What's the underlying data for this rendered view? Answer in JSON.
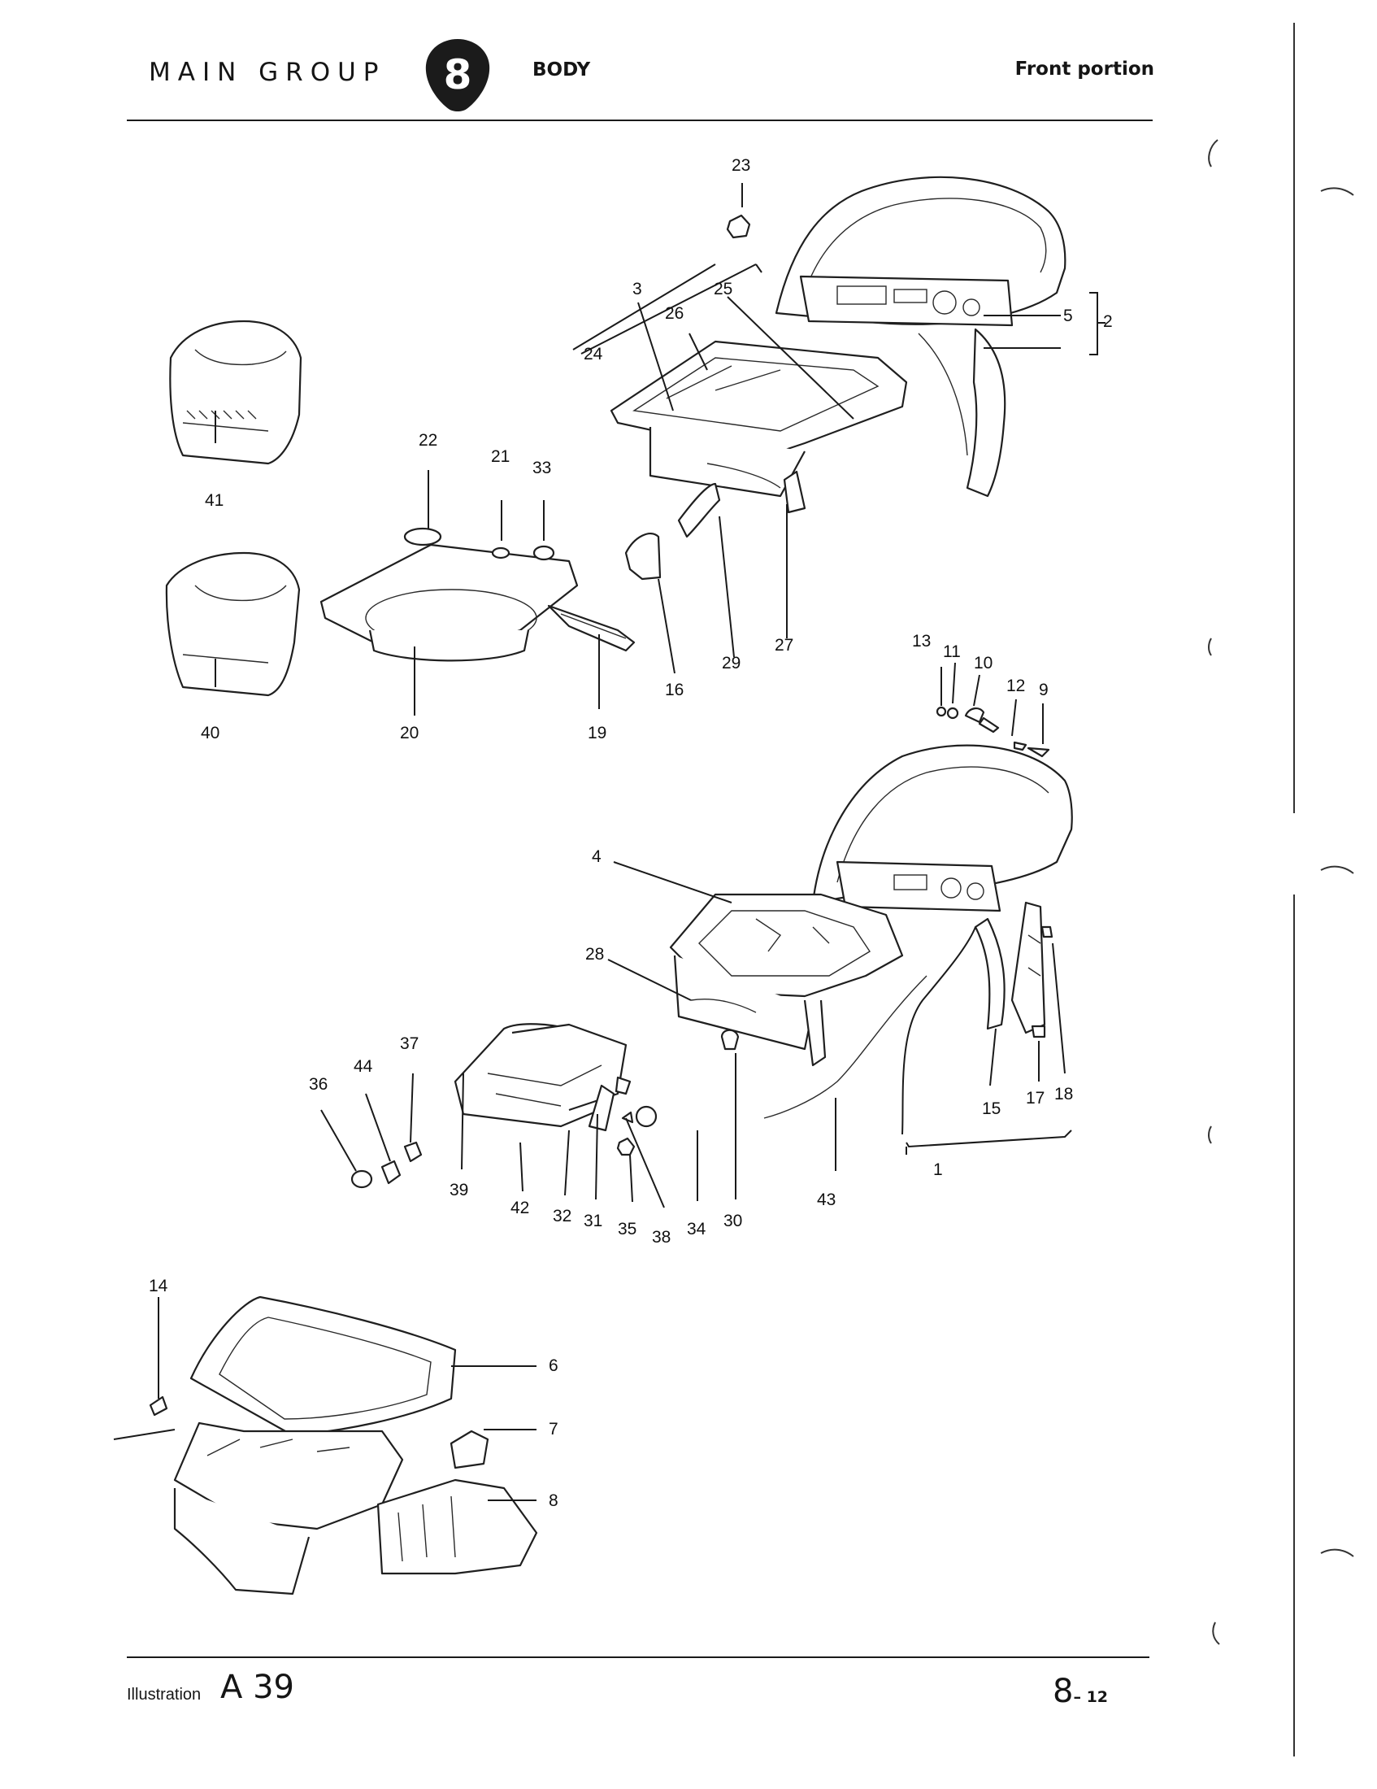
{
  "header": {
    "main_group": "MAIN GROUP",
    "group_number": "8",
    "group_name": "BODY",
    "section": "Front portion"
  },
  "footer": {
    "illustration_label": "Illustration",
    "illustration_ref": "A 39",
    "page_number": "8",
    "page_sub": "– 12"
  },
  "callouts": [
    "1",
    "2",
    "3",
    "4",
    "5",
    "6",
    "7",
    "8",
    "9",
    "10",
    "11",
    "12",
    "13",
    "14",
    "15",
    "16",
    "17",
    "18",
    "19",
    "20",
    "21",
    "22",
    "23",
    "24",
    "25",
    "26",
    "27",
    "28",
    "29",
    "30",
    "31",
    "32",
    "33",
    "34",
    "35",
    "36",
    "37",
    "38",
    "39",
    "40",
    "41",
    "42",
    "43",
    "44"
  ]
}
